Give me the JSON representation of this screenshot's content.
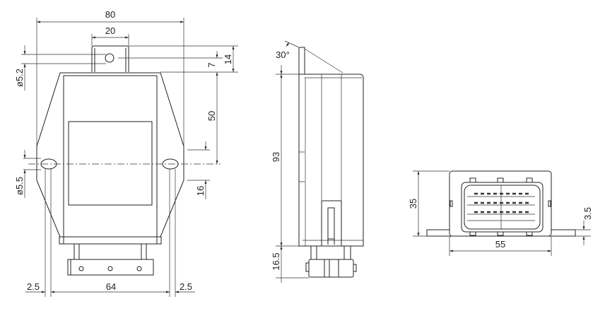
{
  "front_view": {
    "width_total": "80",
    "tab_width": "20",
    "tab_height": "14",
    "hole_offset": "7",
    "hole_diameter": "ø5.2",
    "slot_to_top": "50",
    "slot_diameter": "ø5.5",
    "slot_height": "16",
    "slot_spacing": "64",
    "slot_width_left": "2.5",
    "slot_width_right": "2.5"
  },
  "side_view": {
    "angle": "30°",
    "body_height": "93",
    "connector_height": "16.5"
  },
  "bottom_view": {
    "height": "35",
    "width": "55",
    "flange_thickness": "3.5"
  }
}
